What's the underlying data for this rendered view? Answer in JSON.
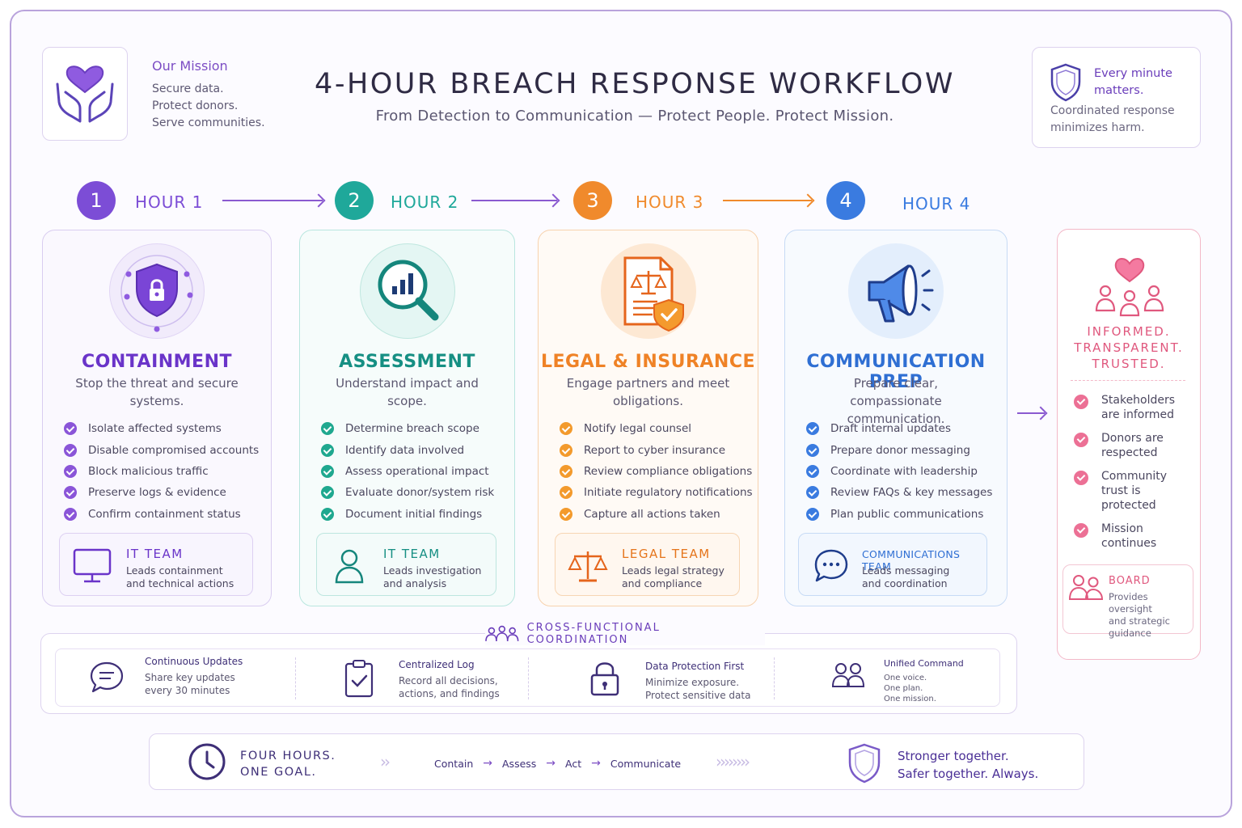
{
  "header": {
    "mission_title": "Our Mission",
    "mission_lines": [
      "Secure data.",
      "Protect donors.",
      "Serve communities."
    ],
    "title": "4-HOUR BREACH RESPONSE WORKFLOW",
    "subtitle": "From Detection to Communication — Protect People. Protect Mission.",
    "minute_heading": "Every minute matters.",
    "minute_body": "Coordinated response minimizes harm."
  },
  "hours": [
    {
      "number": "1",
      "label": "HOUR 1",
      "color": "#7c4dd6"
    },
    {
      "number": "2",
      "label": "HOUR 2",
      "color": "#1fa89a"
    },
    {
      "number": "3",
      "label": "HOUR 3",
      "color": "#f08a2c"
    },
    {
      "number": "4",
      "label": "HOUR 4",
      "color": "#3a7be0"
    }
  ],
  "phases": [
    {
      "icon": "shield-lock-icon",
      "title": "CONTAINMENT",
      "description": "Stop the threat and secure systems.",
      "items": [
        "Isolate affected systems",
        "Disable compromised accounts",
        "Block malicious traffic",
        "Preserve logs & evidence",
        "Confirm containment status"
      ],
      "team_icon": "monitor-icon",
      "team_title": "IT TEAM",
      "team_desc": [
        "Leads containment",
        "and technical actions"
      ]
    },
    {
      "icon": "magnifier-chart-icon",
      "title": "ASSESSMENT",
      "description": "Understand impact and scope.",
      "items": [
        "Determine breach scope",
        "Identify data involved",
        "Assess operational impact",
        "Evaluate donor/system risk",
        "Document initial findings"
      ],
      "team_icon": "person-icon",
      "team_title": "IT TEAM",
      "team_desc": [
        "Leads investigation",
        "and analysis"
      ]
    },
    {
      "icon": "legal-document-icon",
      "title": "LEGAL & INSURANCE",
      "description": "Engage partners and meet obligations.",
      "items": [
        "Notify legal counsel",
        "Report to cyber insurance",
        "Review compliance obligations",
        "Initiate regulatory notifications",
        "Capture all actions taken"
      ],
      "team_icon": "scales-icon",
      "team_title": "LEGAL TEAM",
      "team_desc": [
        "Leads legal strategy",
        "and compliance"
      ]
    },
    {
      "icon": "megaphone-icon",
      "title": "COMMUNICATION PREP",
      "description": "Prepare clear, compassionate communication.",
      "items": [
        "Draft internal updates",
        "Prepare donor messaging",
        "Coordinate with leadership",
        "Review FAQs & key messages",
        "Plan public communications"
      ],
      "team_icon": "chat-bubble-icon",
      "team_title": "COMMUNICATIONS TEAM",
      "team_desc": [
        "Leads messaging",
        "and coordination"
      ]
    }
  ],
  "outcome": {
    "heading_lines": [
      "INFORMED.",
      "TRANSPARENT.",
      "TRUSTED."
    ],
    "items": [
      [
        "Stakeholders",
        "are informed"
      ],
      [
        "Donors are",
        "respected"
      ],
      [
        "Community",
        "trust is",
        "protected"
      ],
      [
        "Mission",
        "continues"
      ]
    ],
    "board_title": "BOARD",
    "board_desc": [
      "Provides oversight",
      "and strategic",
      "guidance"
    ]
  },
  "coordination": {
    "label": "CROSS-FUNCTIONAL COORDINATION",
    "items": [
      {
        "icon": "chat-icon",
        "title": "Continuous Updates",
        "desc": [
          "Share key updates",
          "every 30 minutes"
        ]
      },
      {
        "icon": "clipboard-check-icon",
        "title": "Centralized Log",
        "desc": [
          "Record all decisions,",
          "actions, and findings"
        ]
      },
      {
        "icon": "padlock-icon",
        "title": "Data Protection First",
        "desc": [
          "Minimize exposure.",
          "Protect sensitive data"
        ]
      },
      {
        "icon": "people-icon",
        "title": "Unified Command",
        "desc": [
          "One voice.",
          "One plan.",
          "One mission."
        ]
      }
    ]
  },
  "footer": {
    "goal_lines": [
      "FOUR HOURS.",
      "ONE GOAL."
    ],
    "flow": [
      "Contain",
      "Assess",
      "Act",
      "Communicate"
    ],
    "slogan_lines": [
      "Stronger together.",
      "Safer together. Always."
    ]
  }
}
